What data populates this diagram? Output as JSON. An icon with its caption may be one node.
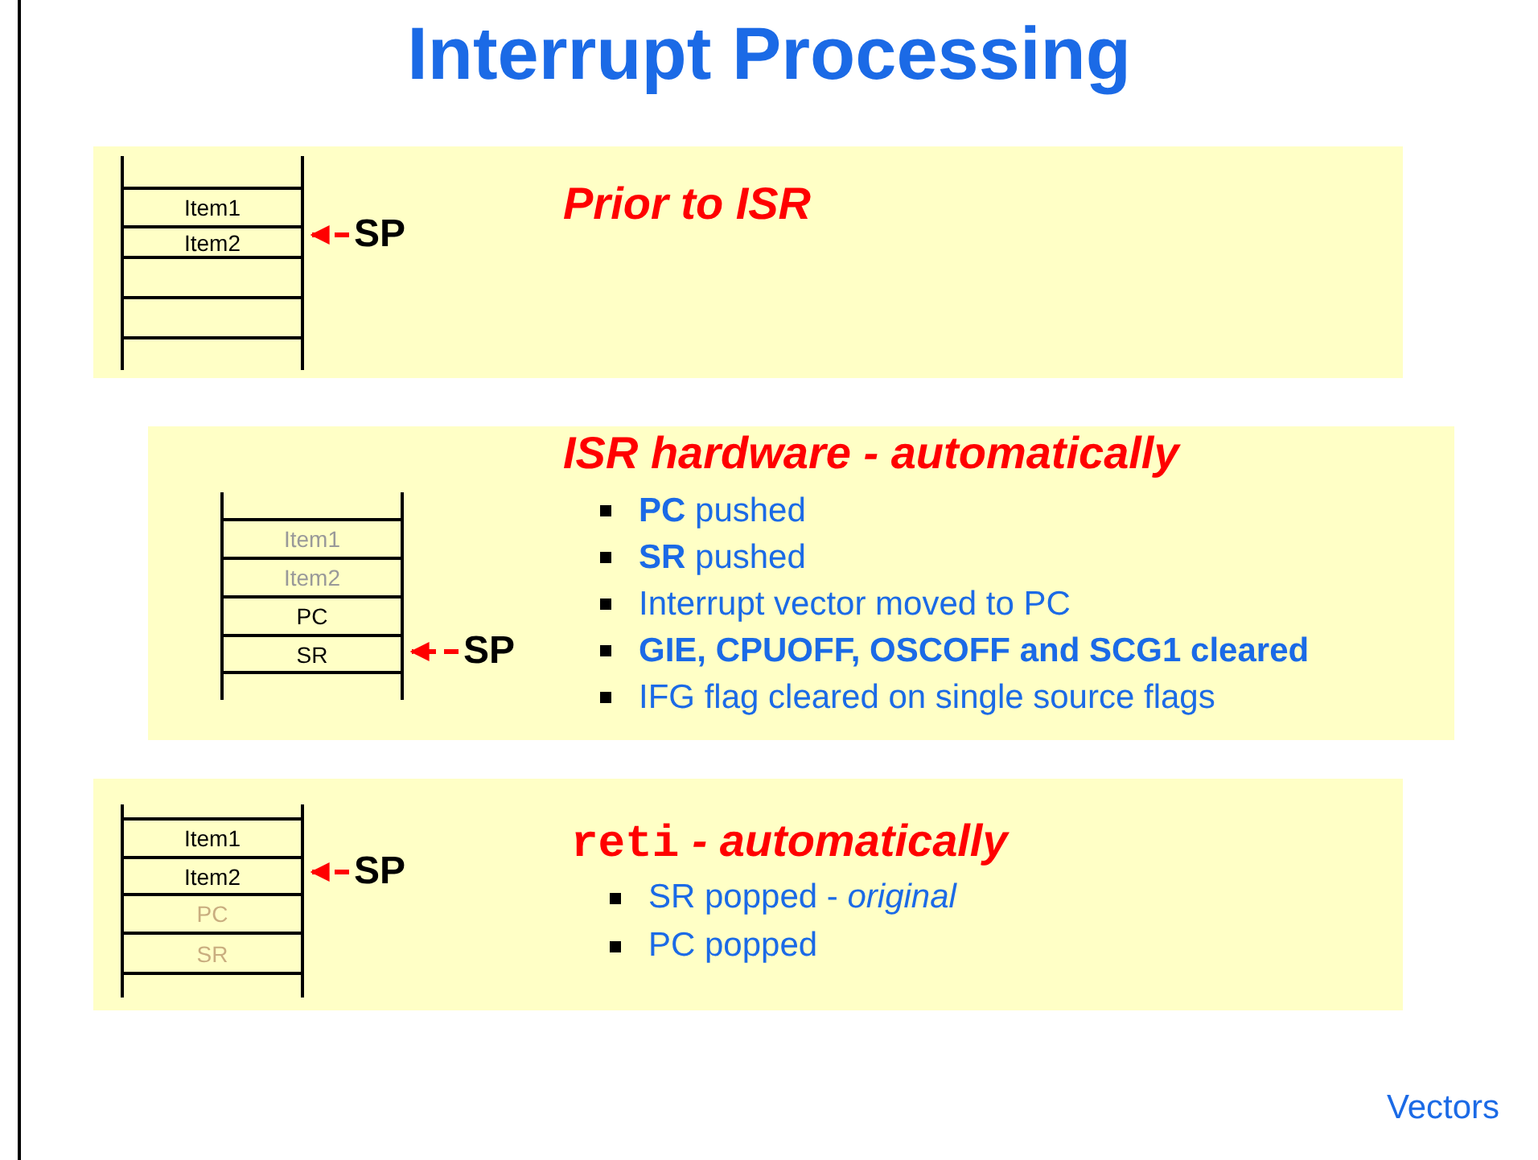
{
  "diagram": {
    "title": "Interrupt Processing",
    "nodes": [
      {
        "text": [
          "Prior to ISR"
        ]
      },
      {
        "text": [
          "Item1"
        ],
        "in": 0
      },
      {
        "text": [
          "Item2"
        ],
        "in": 0
      },
      {
        "text": [],
        "shape": "box",
        "in": 0
      },
      {
        "text": [],
        "shape": "box",
        "in": 0
      },
      {
        "text": [
          "SP"
        ],
        "in": 0
      },
      {
        "text": [
          "ISR hardware - automatically",
          "**PC** pushed",
          "**SR** pushed",
          "Interrupt vector moved to PC",
          "**GIE,  CPUOFF, OSCOFF and SCG1 cleared**",
          "IFG flag cleared on single source flags"
        ]
      },
      {
        "text": [
          "Item1"
        ],
        "in": 6
      },
      {
        "text": [
          "Item2"
        ],
        "in": 6
      },
      {
        "text": [
          "PC"
        ],
        "in": 6
      },
      {
        "text": [
          "SR"
        ],
        "in": 6
      },
      {
        "text": [
          "SP"
        ],
        "in": 6
      },
      {
        "text": [
          "reti",
          "- automatically",
          "SR popped - *original*",
          "PC popped"
        ]
      },
      {
        "text": [
          "Item1"
        ],
        "in": 12
      },
      {
        "text": [
          "Item2"
        ],
        "in": 12
      },
      {
        "text": [
          "PC"
        ],
        "in": 12
      },
      {
        "text": [
          "SR"
        ],
        "in": 12
      },
      {
        "text": [
          "SP"
        ],
        "in": 12
      }
    ],
    "edges": [
      {
        "from": 5,
        "to": 2,
        "arrow": "to",
        "style": "dashed"
      },
      {
        "from": 11,
        "to": 10,
        "arrow": "to",
        "style": "dashed"
      },
      {
        "from": 17,
        "to": 14,
        "arrow": "to",
        "style": "dashed"
      }
    ],
    "labels": [
      "Vectors"
    ]
  }
}
